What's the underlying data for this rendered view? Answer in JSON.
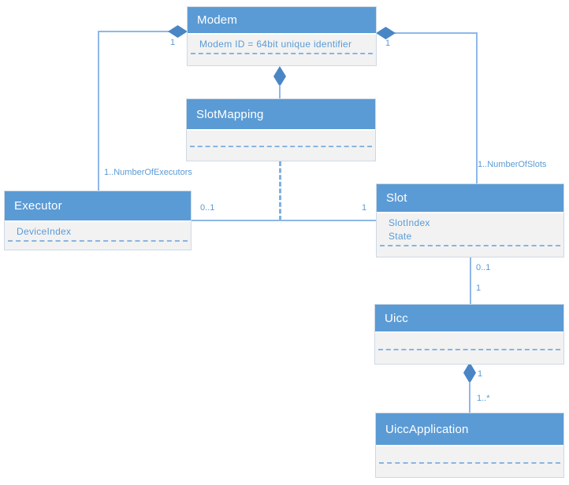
{
  "diagram": {
    "type": "uml-class-diagram",
    "classes": {
      "modem": {
        "title": "Modem",
        "attributes": [
          "Modem ID = 64bit unique identifier"
        ]
      },
      "slot_mapping": {
        "title": "SlotMapping",
        "attributes": []
      },
      "executor": {
        "title": "Executor",
        "attributes": [
          "DeviceIndex"
        ]
      },
      "slot": {
        "title": "Slot",
        "attributes": [
          "SlotIndex",
          "State"
        ]
      },
      "uicc": {
        "title": "Uicc",
        "attributes": []
      },
      "uicc_application": {
        "title": "UiccApplication",
        "attributes": []
      }
    },
    "relationships": {
      "modem_executor": {
        "type": "composition",
        "mult_near_modem": "1",
        "mult_near_executor": "1..NumberOfExecutors"
      },
      "modem_slot": {
        "type": "composition",
        "mult_near_modem": "1",
        "mult_near_slot": "1..NumberOfSlots"
      },
      "modem_slotmapping": {
        "type": "composition"
      },
      "executor_slot": {
        "type": "association",
        "mult_near_executor": "0..1",
        "mult_near_slot": "1"
      },
      "slot_uicc": {
        "type": "association",
        "mult_near_slot": "0..1",
        "mult_near_uicc": "1"
      },
      "uicc_uiccapplication": {
        "type": "composition",
        "mult_near_uicc": "1",
        "mult_near_app": "1..*"
      }
    },
    "colors": {
      "header_fill": "#5B9BD5",
      "header_text": "#FFFFFF",
      "body_fill": "#F2F2F2",
      "body_border": "#CDD9E5",
      "attribute_text": "#5B9BD5",
      "divider_dash": "#8AB4E0",
      "connector": "#8EB8E8",
      "diamond": "#4A86C5",
      "multiplicity_text": "#5B9BD5"
    }
  }
}
